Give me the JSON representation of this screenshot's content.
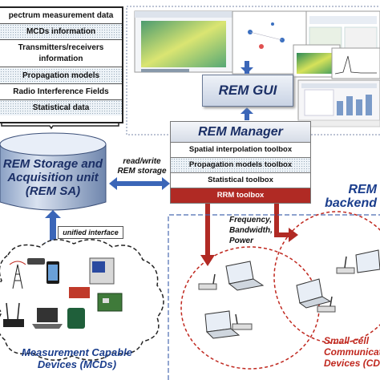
{
  "data_list": {
    "items": [
      "pectrum measurement data",
      "MCDs information",
      "Transmitters/receivers information",
      "Propagation models",
      "Radio Interference Fields",
      "Statistical data"
    ]
  },
  "rem_gui": {
    "label": "REM GUI"
  },
  "rem_manager": {
    "title": "REM Manager",
    "toolboxes": [
      "Spatial interpolation toolbox",
      "Propagation models toolbox",
      "Statistical toolbox",
      "RRM toolbox"
    ]
  },
  "rem_storage": {
    "line1": "REM Storage and",
    "line2": "Acquisition unit",
    "line3": "(REM SA)"
  },
  "read_write": {
    "line1": "read/write",
    "line2": "REM storage"
  },
  "unified_interface": "unified interface",
  "rem_backend": {
    "line1": "REM",
    "line2": "backend"
  },
  "frequency_params": {
    "line1": "Frequency,",
    "line2": "Bandwidth,",
    "line3": "Power"
  },
  "mcd_label": {
    "line1": "Measurement Capable",
    "line2": "Devices (MCDs)"
  },
  "cd_label": {
    "line1": "Small-cell",
    "line2": "Communicati",
    "line3": "Devices (CD"
  },
  "colors": {
    "navy": "#1b2f66",
    "red": "#b02a24",
    "blue_arrow": "#3b66b8",
    "cloud_border": "#222"
  }
}
